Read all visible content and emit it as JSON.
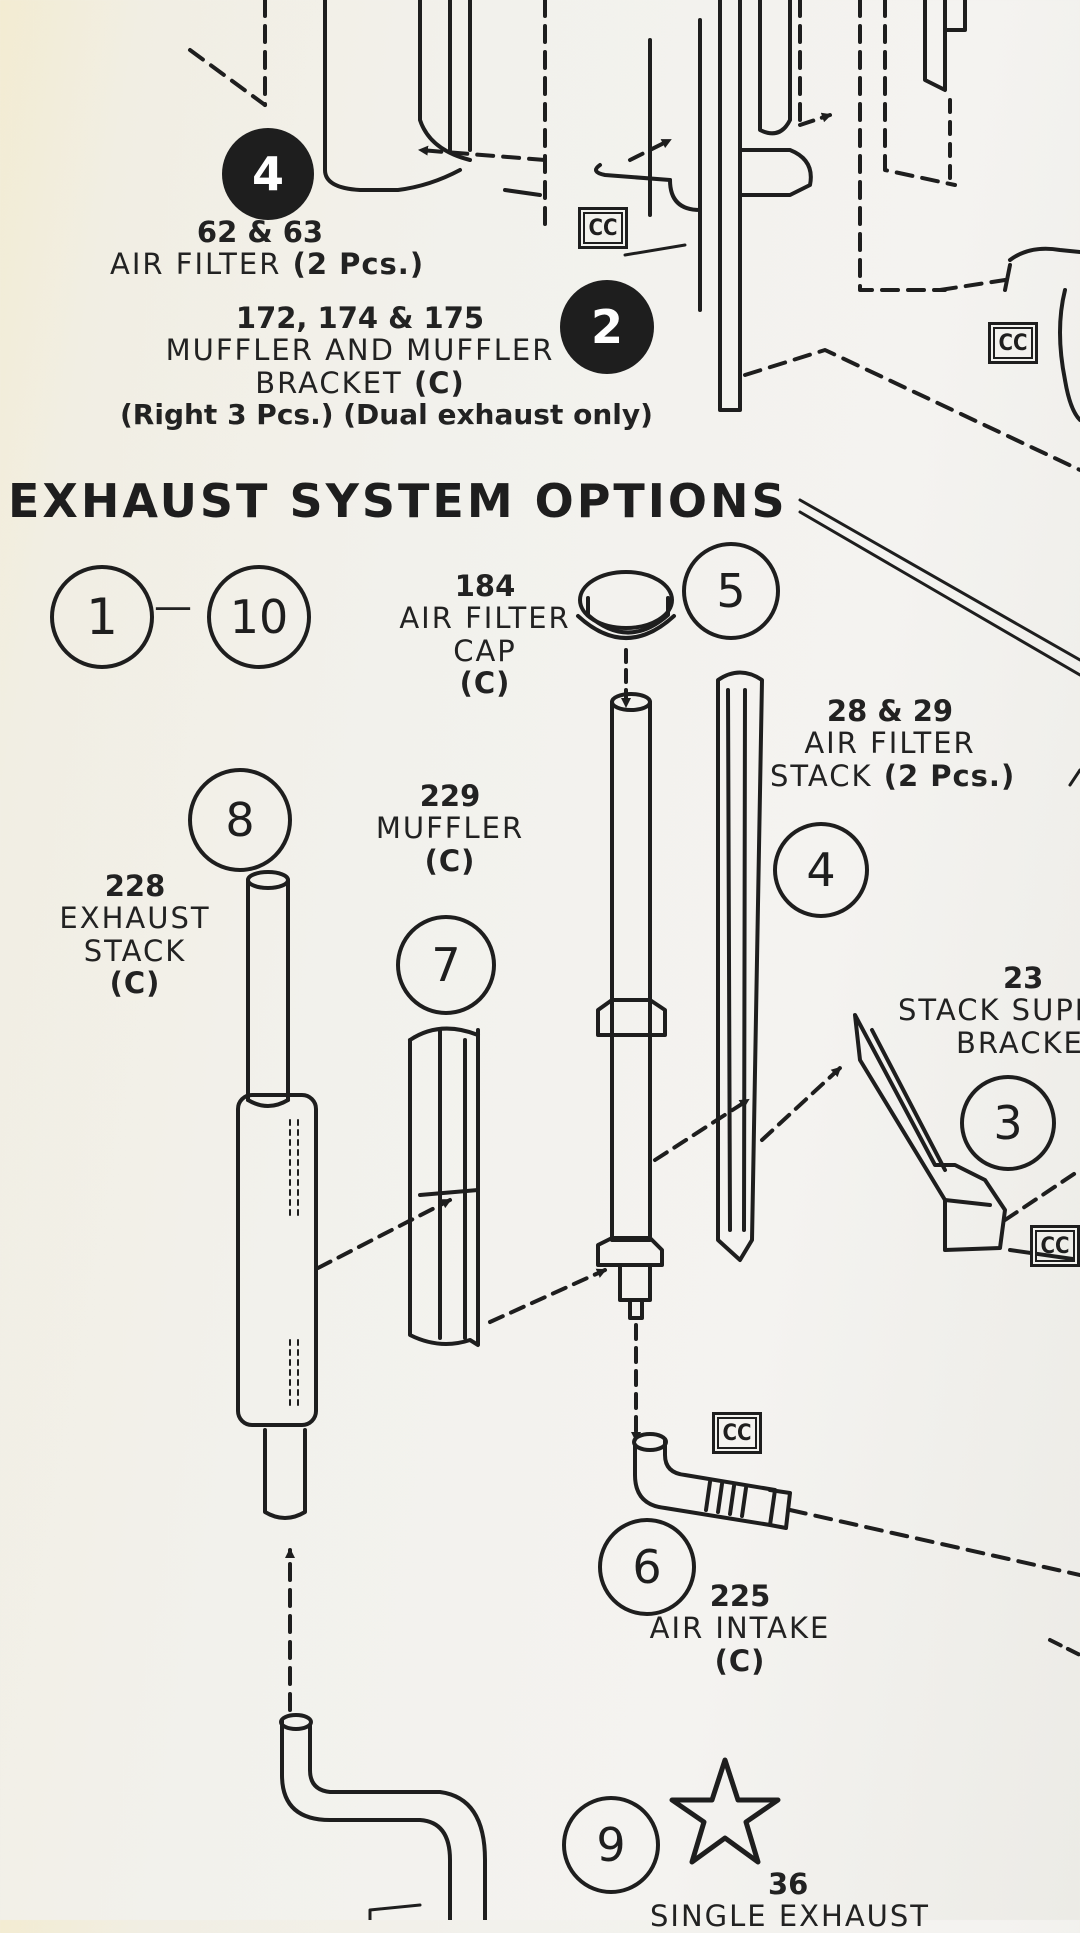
{
  "section_title": "EXHAUST SYSTEM OPTIONS",
  "range_start": "1",
  "range_dash": "—",
  "range_end": "10",
  "cc_tag": "CC",
  "callouts": {
    "air_filter_top": {
      "badge": "4",
      "number": "62 & 63",
      "name": "AIR FILTER",
      "qty": "(2 Pcs.)"
    },
    "muffler_bracket": {
      "badge": "2",
      "number": "172, 174 & 175",
      "line1": "MUFFLER AND MUFFLER",
      "line2": "BRACKET",
      "code": "(C)",
      "note": "(Right 3 Pcs.) (Dual exhaust only)"
    },
    "air_filter_cap": {
      "badge": "5",
      "number": "184",
      "line1": "AIR FILTER",
      "line2": "CAP",
      "code": "(C)"
    },
    "air_filter_stack": {
      "badge": "4",
      "number": "28 & 29",
      "line1": "AIR FILTER",
      "line2": "STACK",
      "qty": "(2 Pcs.)"
    },
    "exhaust_stack": {
      "badge": "8",
      "number": "228",
      "line1": "EXHAUST",
      "line2": "STACK",
      "code": "(C)"
    },
    "muffler": {
      "badge": "7",
      "number": "229",
      "name": "MUFFLER",
      "code": "(C)"
    },
    "stack_support": {
      "badge": "3",
      "number": "23",
      "line1": "STACK SUPP",
      "line2": "BRACKET"
    },
    "air_intake": {
      "badge": "6",
      "number": "225",
      "name": "AIR INTAKE",
      "code": "(C)"
    },
    "single_exhaust": {
      "badge": "9",
      "number": "36",
      "name": "SINGLE EXHAUST"
    }
  }
}
